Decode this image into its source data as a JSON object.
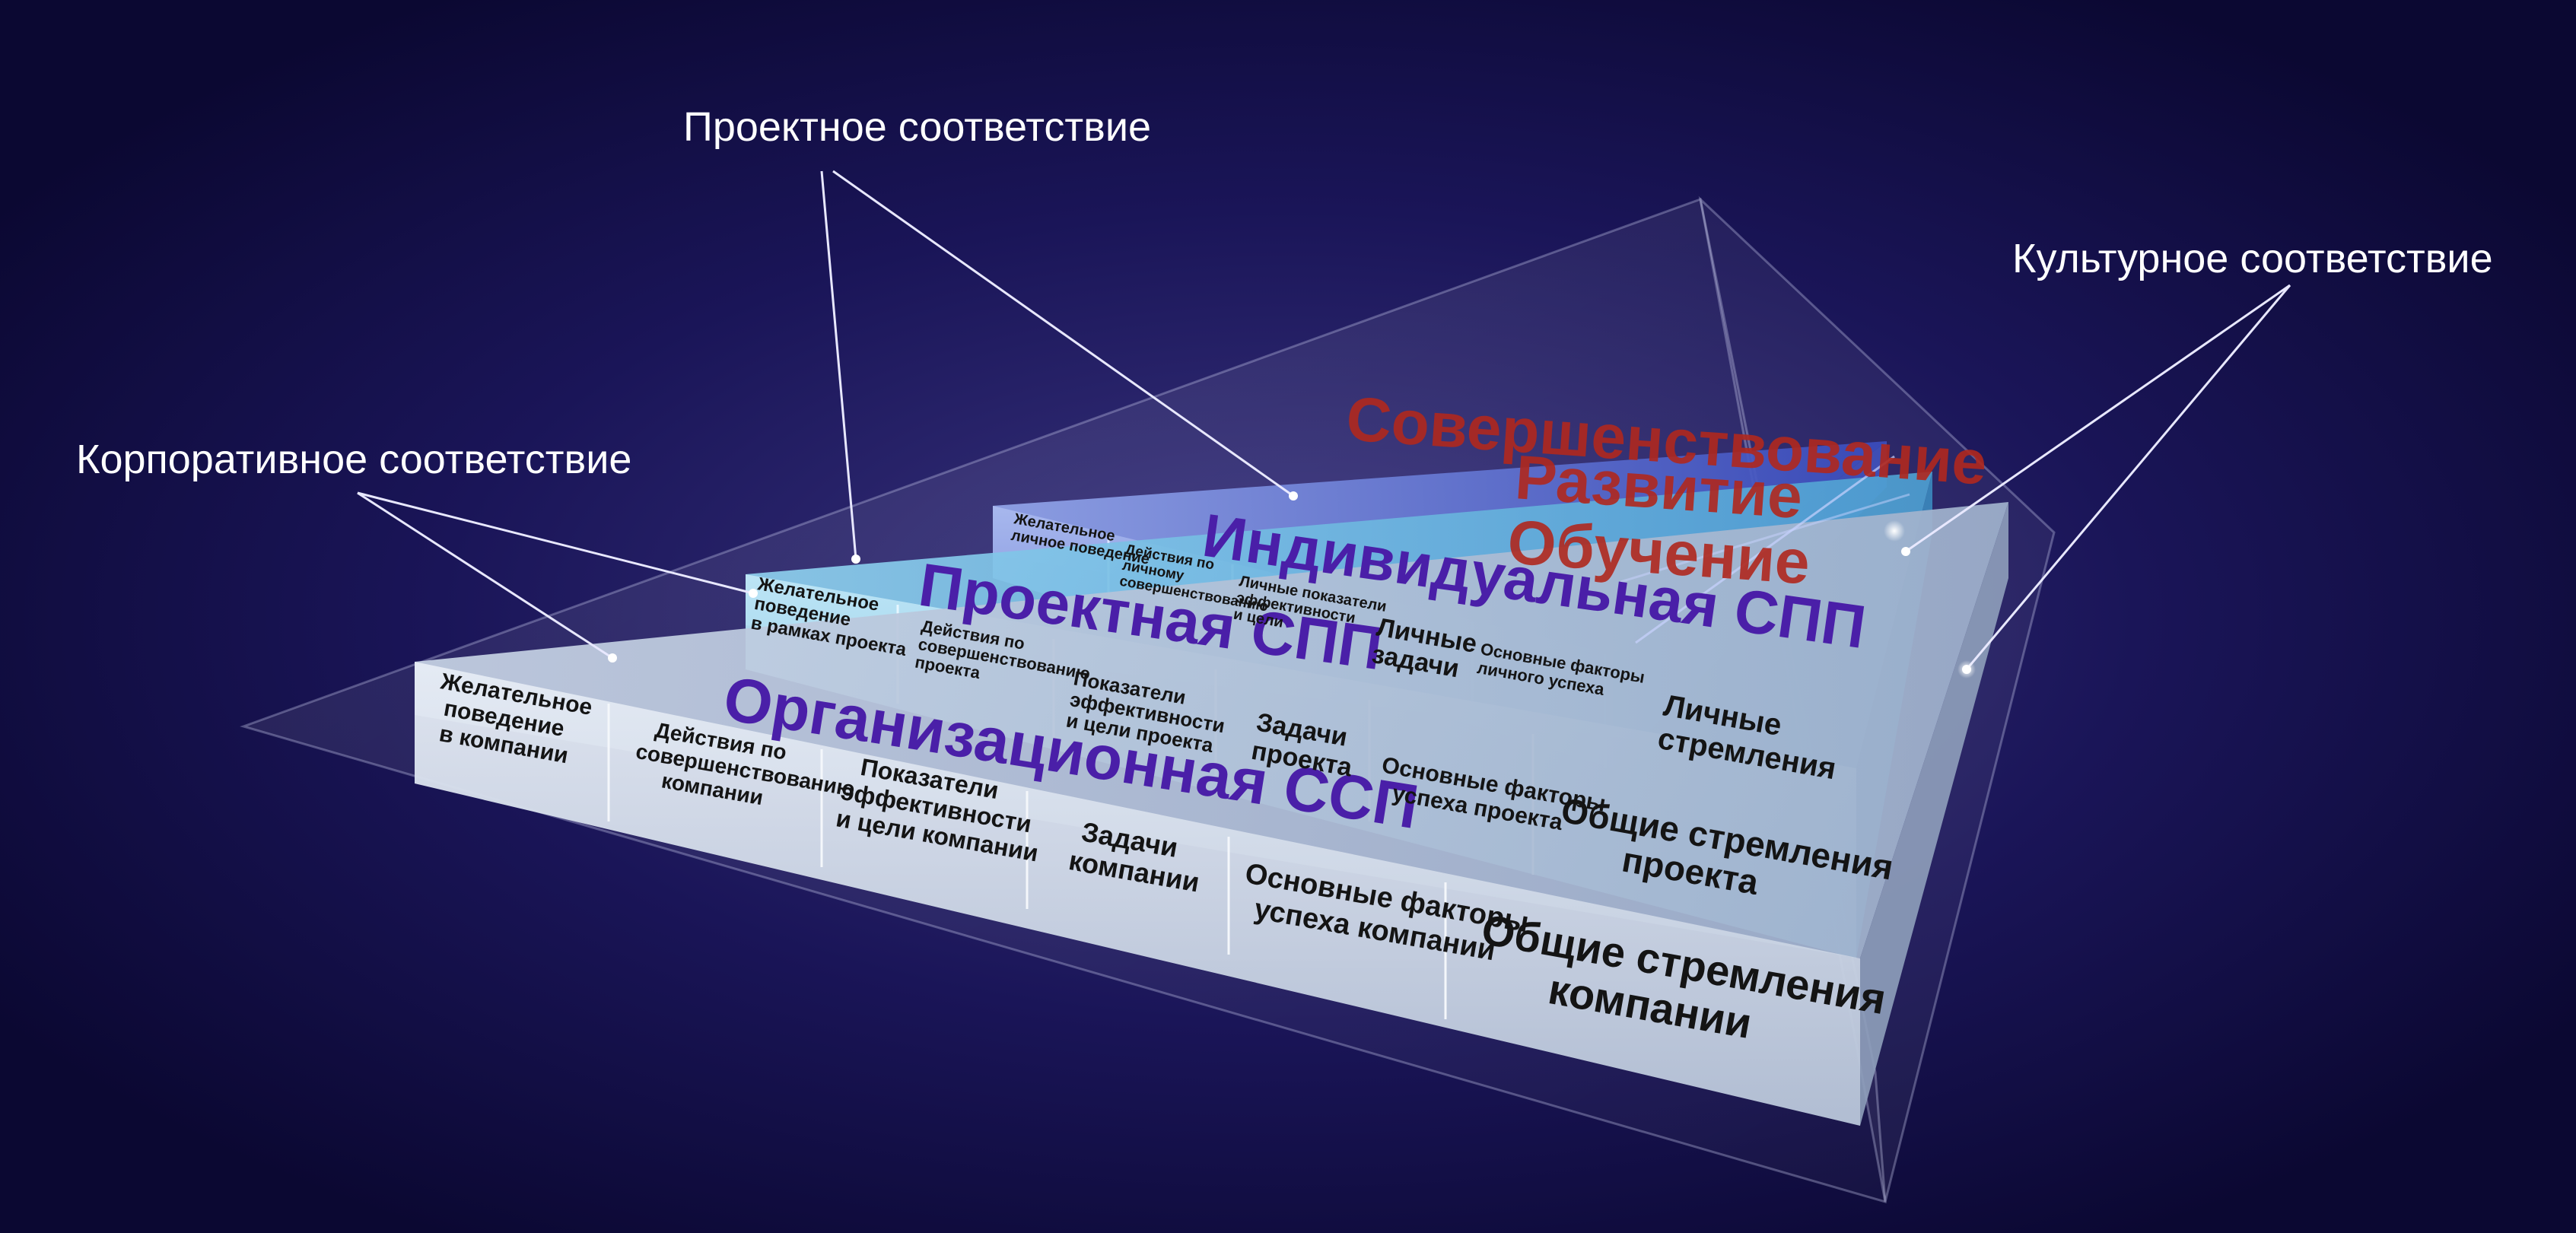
{
  "callouts": {
    "project": "Проектное соответствие",
    "cultural": "Культурное соответствие",
    "corporate": "Корпоративное соответствие"
  },
  "levels": {
    "organizational": "Организационная ССП",
    "project": "Проектная СПП",
    "individual": "Индивидуальная СПП"
  },
  "growth": {
    "improvement": "Совершенствование",
    "development": "Развитие",
    "learning": "Обучение"
  },
  "company_row": {
    "desired_behavior": [
      "Желательное",
      "поведение",
      "в компании"
    ],
    "improvement_actions": [
      "Действия по",
      "совершенствованию",
      "компании"
    ],
    "kpi": [
      "Показатели",
      "эффективности",
      "и цели компании"
    ],
    "tasks": [
      "Задачи",
      "компании"
    ],
    "success_factors": [
      "Основные факторы",
      "успеха компании"
    ],
    "aspirations": [
      "Общие стремления",
      "компании"
    ]
  },
  "project_row": {
    "desired_behavior": [
      "Желательное",
      "поведение",
      "в рамках проекта"
    ],
    "improvement_actions": [
      "Действия по",
      "совершенствованию",
      "проекта"
    ],
    "kpi": [
      "Показатели",
      "эффективности",
      "и цели проекта"
    ],
    "tasks": [
      "Задачи",
      "проекта"
    ],
    "success_factors": [
      "Основные факторы",
      "успеха проекта"
    ],
    "aspirations": [
      "Общие стремления",
      "проекта"
    ]
  },
  "personal_row": {
    "desired_behavior": [
      "Желательное",
      "личное поведение"
    ],
    "improvement_actions": [
      "Действия по",
      "личному",
      "совершенствованию"
    ],
    "kpi": [
      "Личные показатели",
      "эффективности",
      "и цели"
    ],
    "tasks": [
      "Личные",
      "задачи"
    ],
    "success_factors": [
      "Основные факторы",
      "личного успеха"
    ],
    "aspirations": [
      "Личные",
      "стремления"
    ]
  },
  "colors": {
    "background": "#0d0a3a",
    "level_title": "#4a1fa8",
    "growth_title": "#b0281e",
    "callout": "#ffffff"
  }
}
